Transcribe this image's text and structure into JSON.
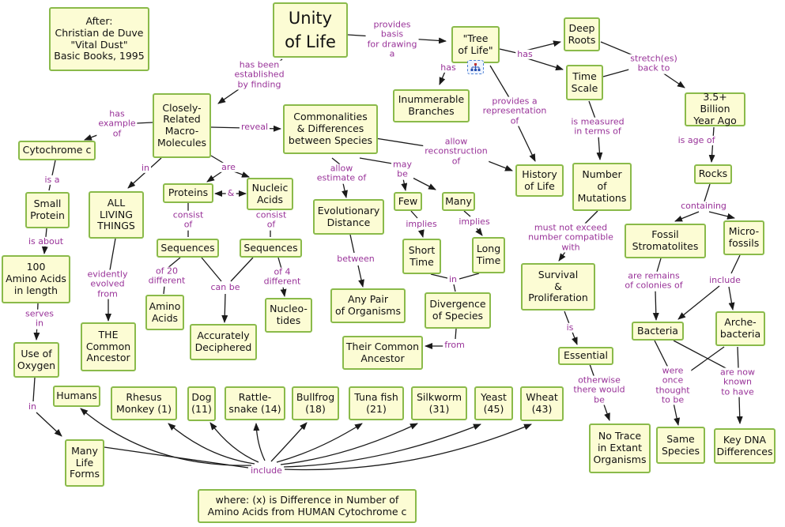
{
  "colors": {
    "node_fill": "#fcfcd4",
    "node_border": "#8aba4a",
    "label_text": "#993399",
    "line": "#1a1a1a"
  },
  "nodes": {
    "after": "After:\nChristian de Duve\n\"Vital Dust\"\nBasic Books, 1995",
    "unity": "Unity\nof Life",
    "tree": "\"Tree\nof Life\"",
    "deep_roots": "Deep\nRoots",
    "time_scale": "Time\nScale",
    "billion": "3.5+ Billion\nYear Ago",
    "branches": "Inummerable\nBranches",
    "closely": "Closely-\nRelated\nMacro-\nMolecules",
    "commonalities": "Commonalities\n& Differences\nbetween Species",
    "cytochrome": "Cytochrome c",
    "history": "History\nof Life",
    "mutations": "Number\nof\nMutations",
    "rocks": "Rocks",
    "small_protein": "Small\nProtein",
    "all_living": "ALL\nLIVING\nTHINGS",
    "proteins": "Proteins",
    "nucleic": "Nucleic\nAcids",
    "evo_distance": "Evolutionary\nDistance",
    "few": "Few",
    "many": "Many",
    "short_time": "Short\nTime",
    "long_time": "Long\nTime",
    "fossil_strom": "Fossil\nStromatolites",
    "micro": "Micro-\nfossils",
    "amino100": "100\nAmino Acids\nin length",
    "seq_left": "Sequences",
    "seq_right": "Sequences",
    "survival": "Survival\n&\nProliferation",
    "amino_acids": "Amino\nAcids",
    "nucleotides": "Nucleo-\ntides",
    "any_pair": "Any Pair\nof Organisms",
    "divergence": "Divergence\nof Species",
    "the_ancestor": "THE\nCommon\nAncestor",
    "accurately": "Accurately\nDeciphered",
    "their_ancestor": "Their Common\nAncestor",
    "essential": "Essential",
    "bacteria": "Bacteria",
    "archebacteria": "Arche-\nbacteria",
    "use_oxygen": "Use of\nOxygen",
    "humans": "Humans",
    "rhesus": "Rhesus\nMonkey (1)",
    "dog": "Dog\n(11)",
    "rattlesnake": "Rattle-\nsnake (14)",
    "bullfrog": "Bullfrog\n(18)",
    "tuna": "Tuna fish\n(21)",
    "silkworm": "Silkworm\n(31)",
    "yeast": "Yeast\n(45)",
    "wheat": "Wheat\n(43)",
    "many_life": "Many\nLife\nForms",
    "no_trace": "No Trace\nin Extant\nOrganisms",
    "same_species": "Same\nSpecies",
    "key_dna": "Key DNA\nDifferences",
    "note": "where: (x) is Difference in Number of\nAmino Acids from HUMAN Cytochrome c"
  },
  "labels": {
    "provides_basis": "provides\nbasis\nfor drawing\na",
    "has_tree_right": "has",
    "has_tree_left": "has",
    "stretches": "stretch(es)\nback to",
    "established": "has been\nestablished\nby finding",
    "provides_rep": "provides a\nrepresentation\nof",
    "has_example": "has\nexample\nof",
    "reveal": "reveal",
    "measured": "is measured\nin terms of",
    "allow_recon": "allow\nreconstruction\nof",
    "is_age": "is age of",
    "in_all": "in",
    "are": "are",
    "allow_est": "allow\nestimate of",
    "may_be": "may\nbe",
    "amp": "&",
    "containing": "containing",
    "is_a": "is a",
    "consist_left": "consist\nof",
    "consist_right": "consist\nof",
    "implies_left": "implies",
    "implies_right": "implies",
    "must_not": "must not exceed\nnumber compatible\nwith",
    "is_about": "is about",
    "remains": "are remains\nof colonies of",
    "include_micro": "include",
    "of20": "of 20\ndifferent",
    "can_be": "can be",
    "of4": "of 4\ndifferent",
    "between": "between",
    "in_div": "in",
    "evidently": "evidently\nevolved\nfrom",
    "serves_in": "serves\nin",
    "is_ess": "is",
    "from": "from",
    "were_once": "were\nonce\nthought\nto be",
    "are_now": "are now\nknown\nto have",
    "otherwise": "otherwise\nthere would\nbe",
    "in_many": "in",
    "include_bottom": "include"
  },
  "icons": {
    "tree_resource": "tree-diagram-resource-icon"
  }
}
